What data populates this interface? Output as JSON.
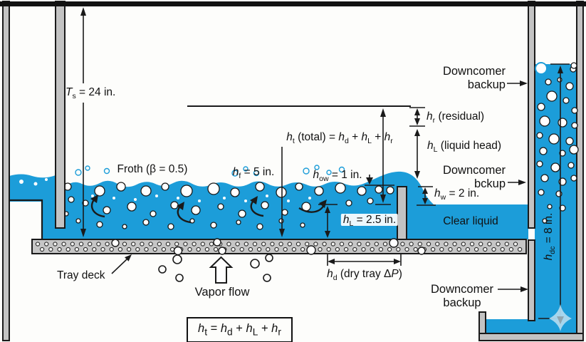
{
  "figure": {
    "labels": {
      "ts": "*T*_{s} = 24 in.",
      "froth": "Froth (β = 0.5)",
      "hf": "*h*_{f} = 5 in.",
      "ht_total": "*h*_{t} (total) = *h*_{d} + *h*_{L} + *h*_{r}",
      "how": "*h*_{ow} = 1 in.",
      "hr": "*h*_{r} (residual)",
      "hl_head": "*h*_{L} (liquid head)",
      "hw": "*h*_{w} = 2 in.",
      "hl_clear": "*h*_{L} = 2.5 in.",
      "clear_liquid": "Clear liquid",
      "hdc": "*h*_{dc} = 8 in.",
      "tray_deck": "Tray deck",
      "vapor_flow": "Vapor flow",
      "hd_dry": "*h*_{d} (dry tray Δ*P*)",
      "dc_top_line1": "Downcomer",
      "dc_top_line2": "backup",
      "dc_mid_line1": "Downcomer",
      "dc_mid_line2": "bckup",
      "dc_bot_line1": "Downcomer",
      "dc_bot_line2": "backup",
      "equation": "*h*_{t} = *h*_{d} + *h*_{L} + *h*_{r}"
    },
    "colors": {
      "liquid": "#1C9DD9",
      "wall": "#C3C3C3",
      "outline": "#1A1A1A",
      "sparkle": "#AFD9EE"
    }
  }
}
